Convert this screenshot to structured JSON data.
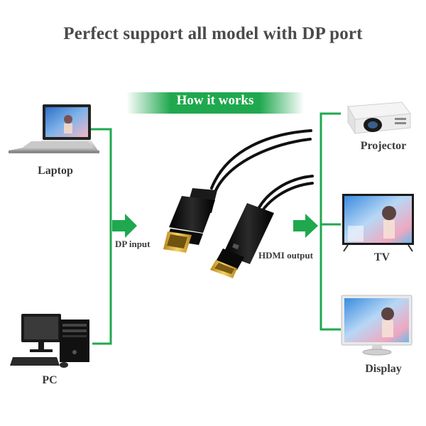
{
  "title": "Perfect support all model with DP port",
  "banner": "How it works",
  "sources": [
    {
      "label": "Laptop",
      "icon": "laptop-icon"
    },
    {
      "label": "PC",
      "icon": "desktop-pc-icon"
    }
  ],
  "destinations": [
    {
      "label": "Projector",
      "icon": "projector-icon"
    },
    {
      "label": "TV",
      "icon": "tv-icon"
    },
    {
      "label": "Display",
      "icon": "monitor-icon"
    }
  ],
  "connectors": {
    "input_label": "DP input",
    "output_label": "HDMI output",
    "input_icon": "displayport-plug-icon",
    "output_icon": "hdmi-plug-icon"
  },
  "colors": {
    "accent_green": "#1fa84e",
    "cable_black": "#111111",
    "gold_contacts": "#d9a827",
    "text": "#3a3a3a"
  }
}
